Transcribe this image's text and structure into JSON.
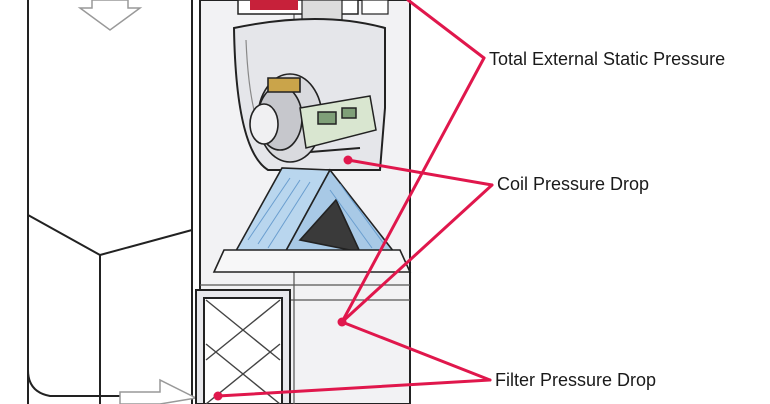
{
  "diagram": {
    "labels": {
      "total_external_static_pressure": "Total External Static Pressure",
      "coil_pressure_drop": "Coil Pressure Drop",
      "filter_pressure_drop": "Filter Pressure Drop"
    },
    "colors": {
      "leader_line": "#e0174c",
      "outline": "#222222",
      "cabinet_fill": "#f2f2f4",
      "coil_fill": "#b9d6ee",
      "background": "#ffffff"
    },
    "components": [
      "blower-housing",
      "motor",
      "control-board",
      "evaporator-coil",
      "air-filter",
      "return-duct",
      "supply-plenum"
    ]
  }
}
